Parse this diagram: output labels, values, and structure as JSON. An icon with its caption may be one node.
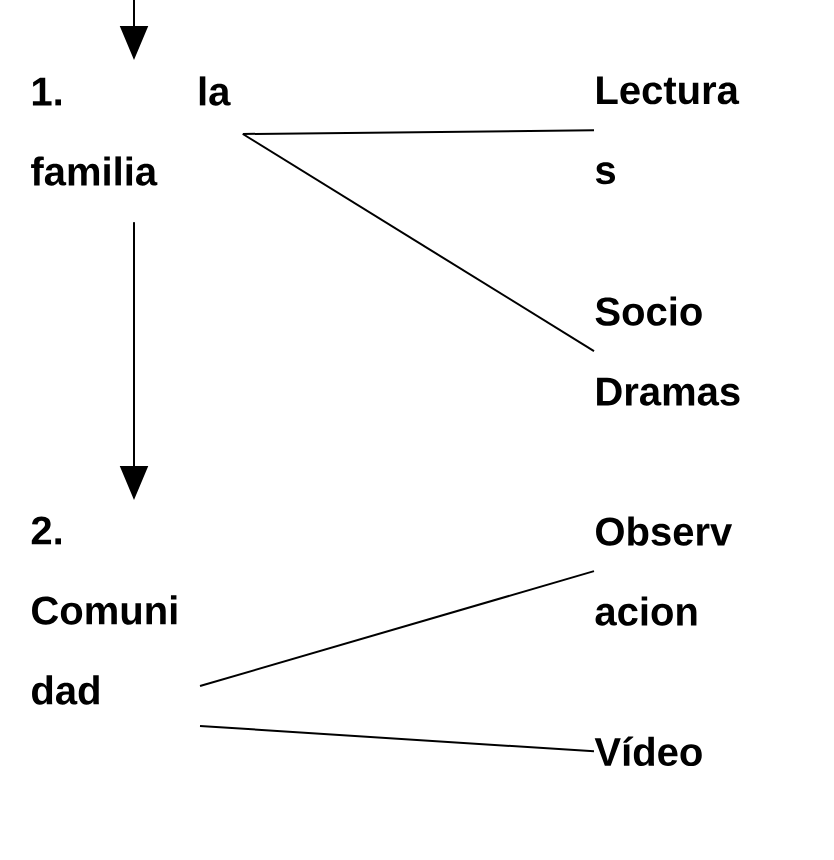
{
  "diagram": {
    "nodes": [
      {
        "text": [
          "1. la familia"
        ]
      },
      {
        "text": [
          "Lectura s"
        ]
      },
      {
        "text": [
          "Socio Dramas"
        ]
      },
      {
        "text": [
          "2. Comuni dad"
        ]
      },
      {
        "text": [
          "Observ acion"
        ]
      },
      {
        "text": [
          "Vídeo"
        ]
      }
    ],
    "edges": [
      {
        "from": null,
        "to": 0,
        "arrow": "to"
      },
      {
        "from": 0,
        "to": 1,
        "arrow": "none"
      },
      {
        "from": 0,
        "to": 2,
        "arrow": "none"
      },
      {
        "from": 0,
        "to": 3,
        "arrow": "to"
      },
      {
        "from": 3,
        "to": 4,
        "arrow": "none"
      },
      {
        "from": 3,
        "to": 5,
        "arrow": "none"
      }
    ]
  }
}
